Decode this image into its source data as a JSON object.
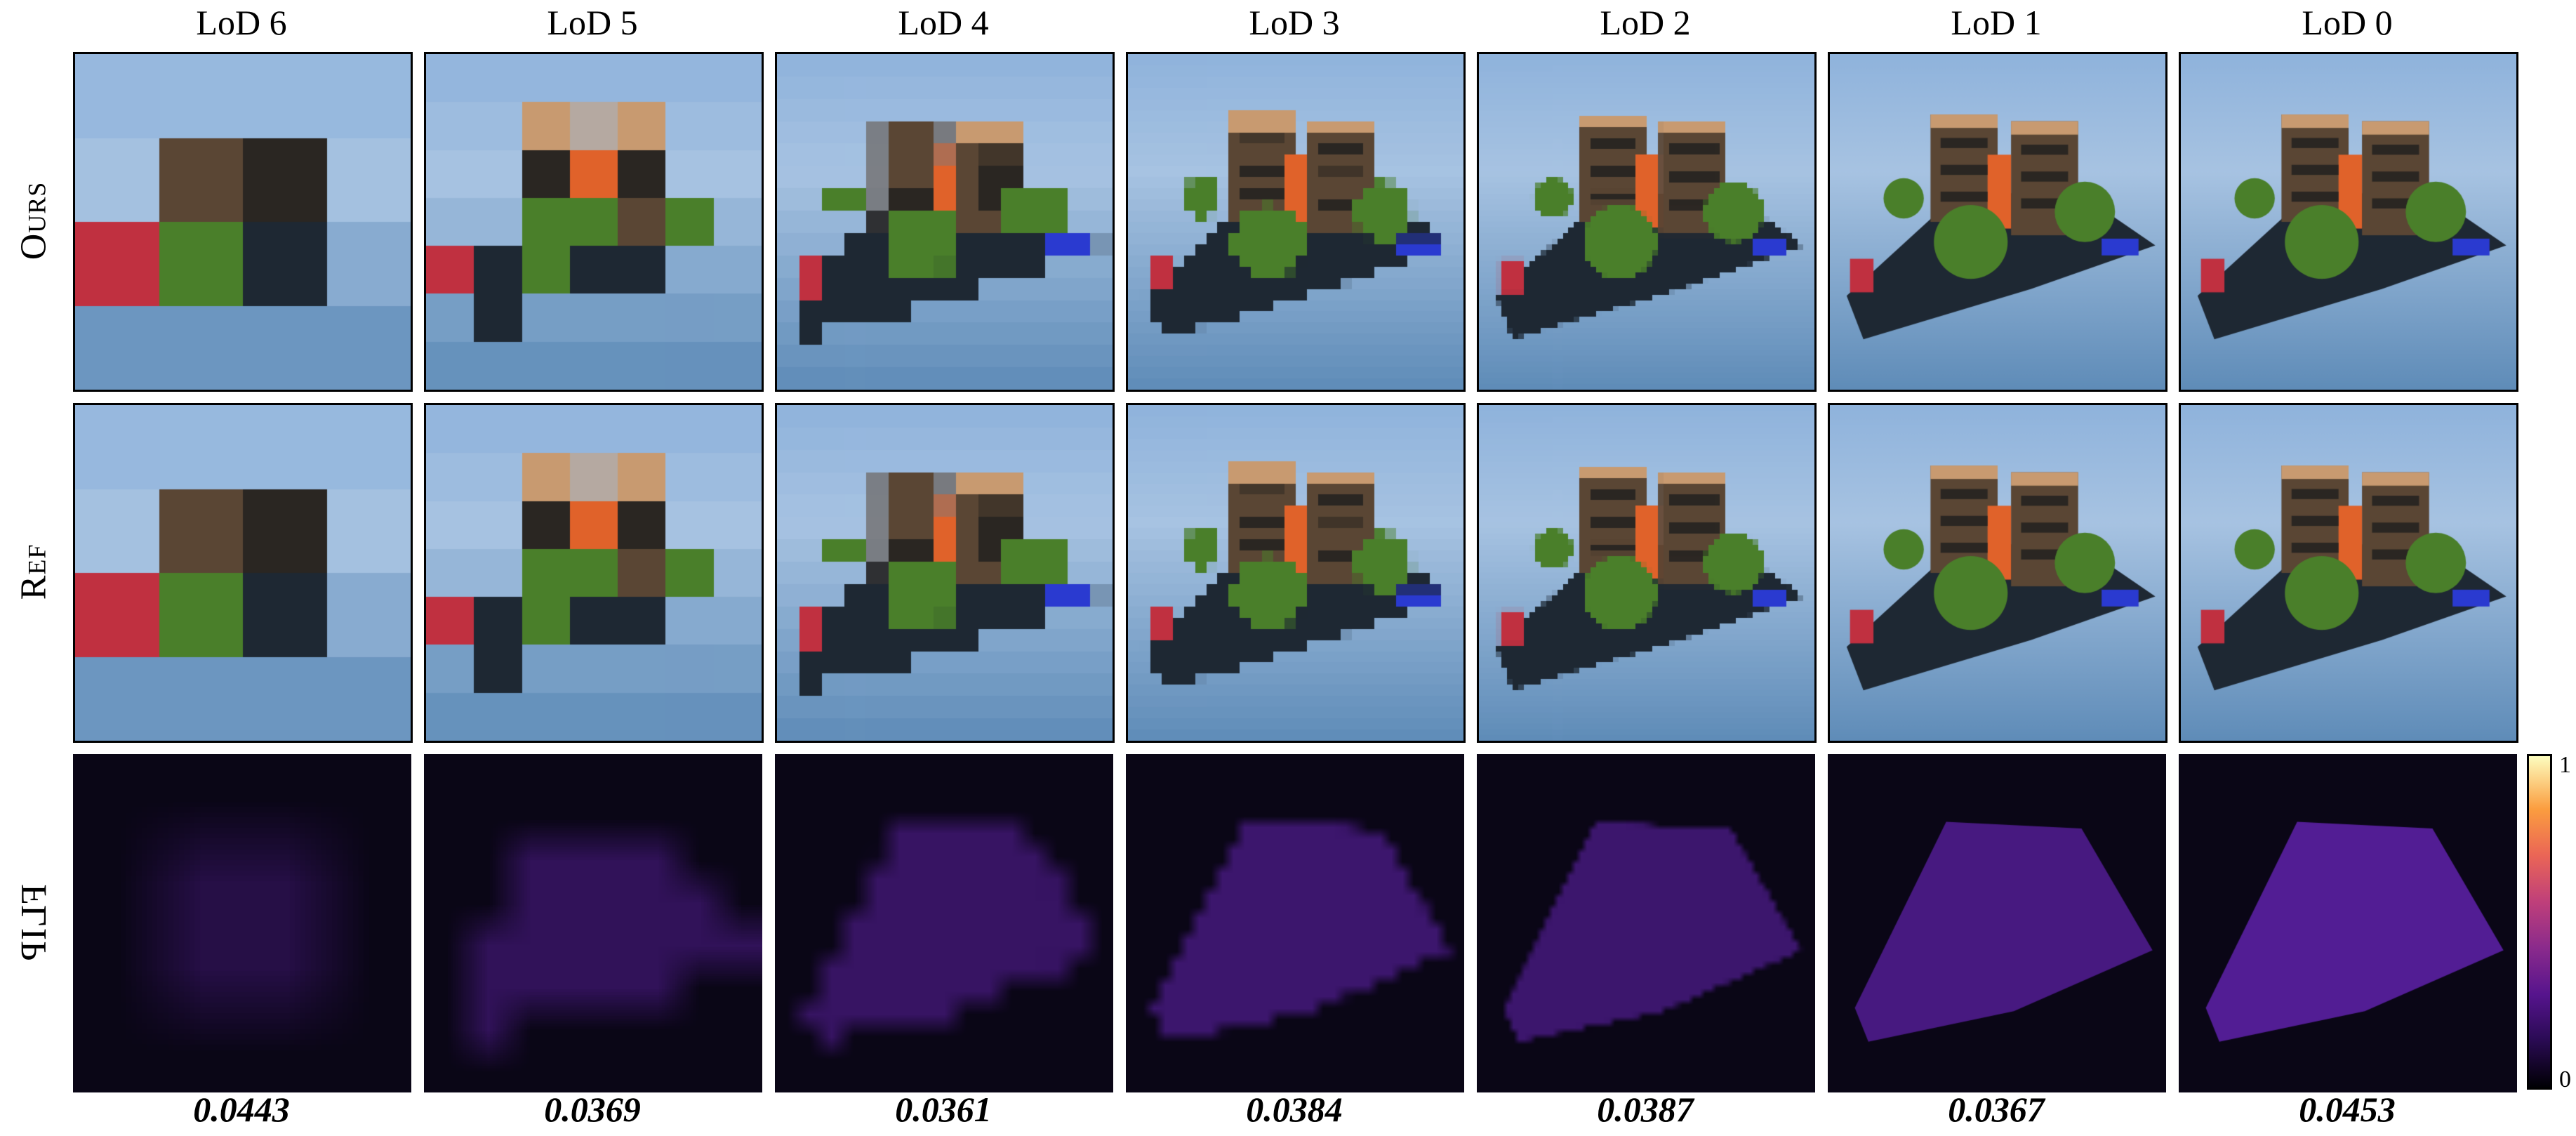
{
  "columns": [
    "LoD 6",
    "LoD 5",
    "LoD 4",
    "LoD 3",
    "LoD 2",
    "LoD 1",
    "LoD 0"
  ],
  "rows": {
    "ours": "Ours",
    "ref": "Ref",
    "flip": "FLIP"
  },
  "scores": [
    "0.0443",
    "0.0369",
    "0.0361",
    "0.0384",
    "0.0387",
    "0.0367",
    "0.0453"
  ],
  "colorbar": {
    "max_label": "1",
    "min_label": "0"
  },
  "colors": {
    "sky_top": "#8fb3dc",
    "sky_bottom": "#5f8cb8",
    "ground": "#1e2833",
    "building": "#5a4634",
    "building_accent": "#e0622a",
    "tree": "#4a7f2a",
    "car_red": "#c03040",
    "car_blue": "#2a3ad0",
    "flip_bg": "#0a0616",
    "flip_error": "#7a2ad8"
  }
}
